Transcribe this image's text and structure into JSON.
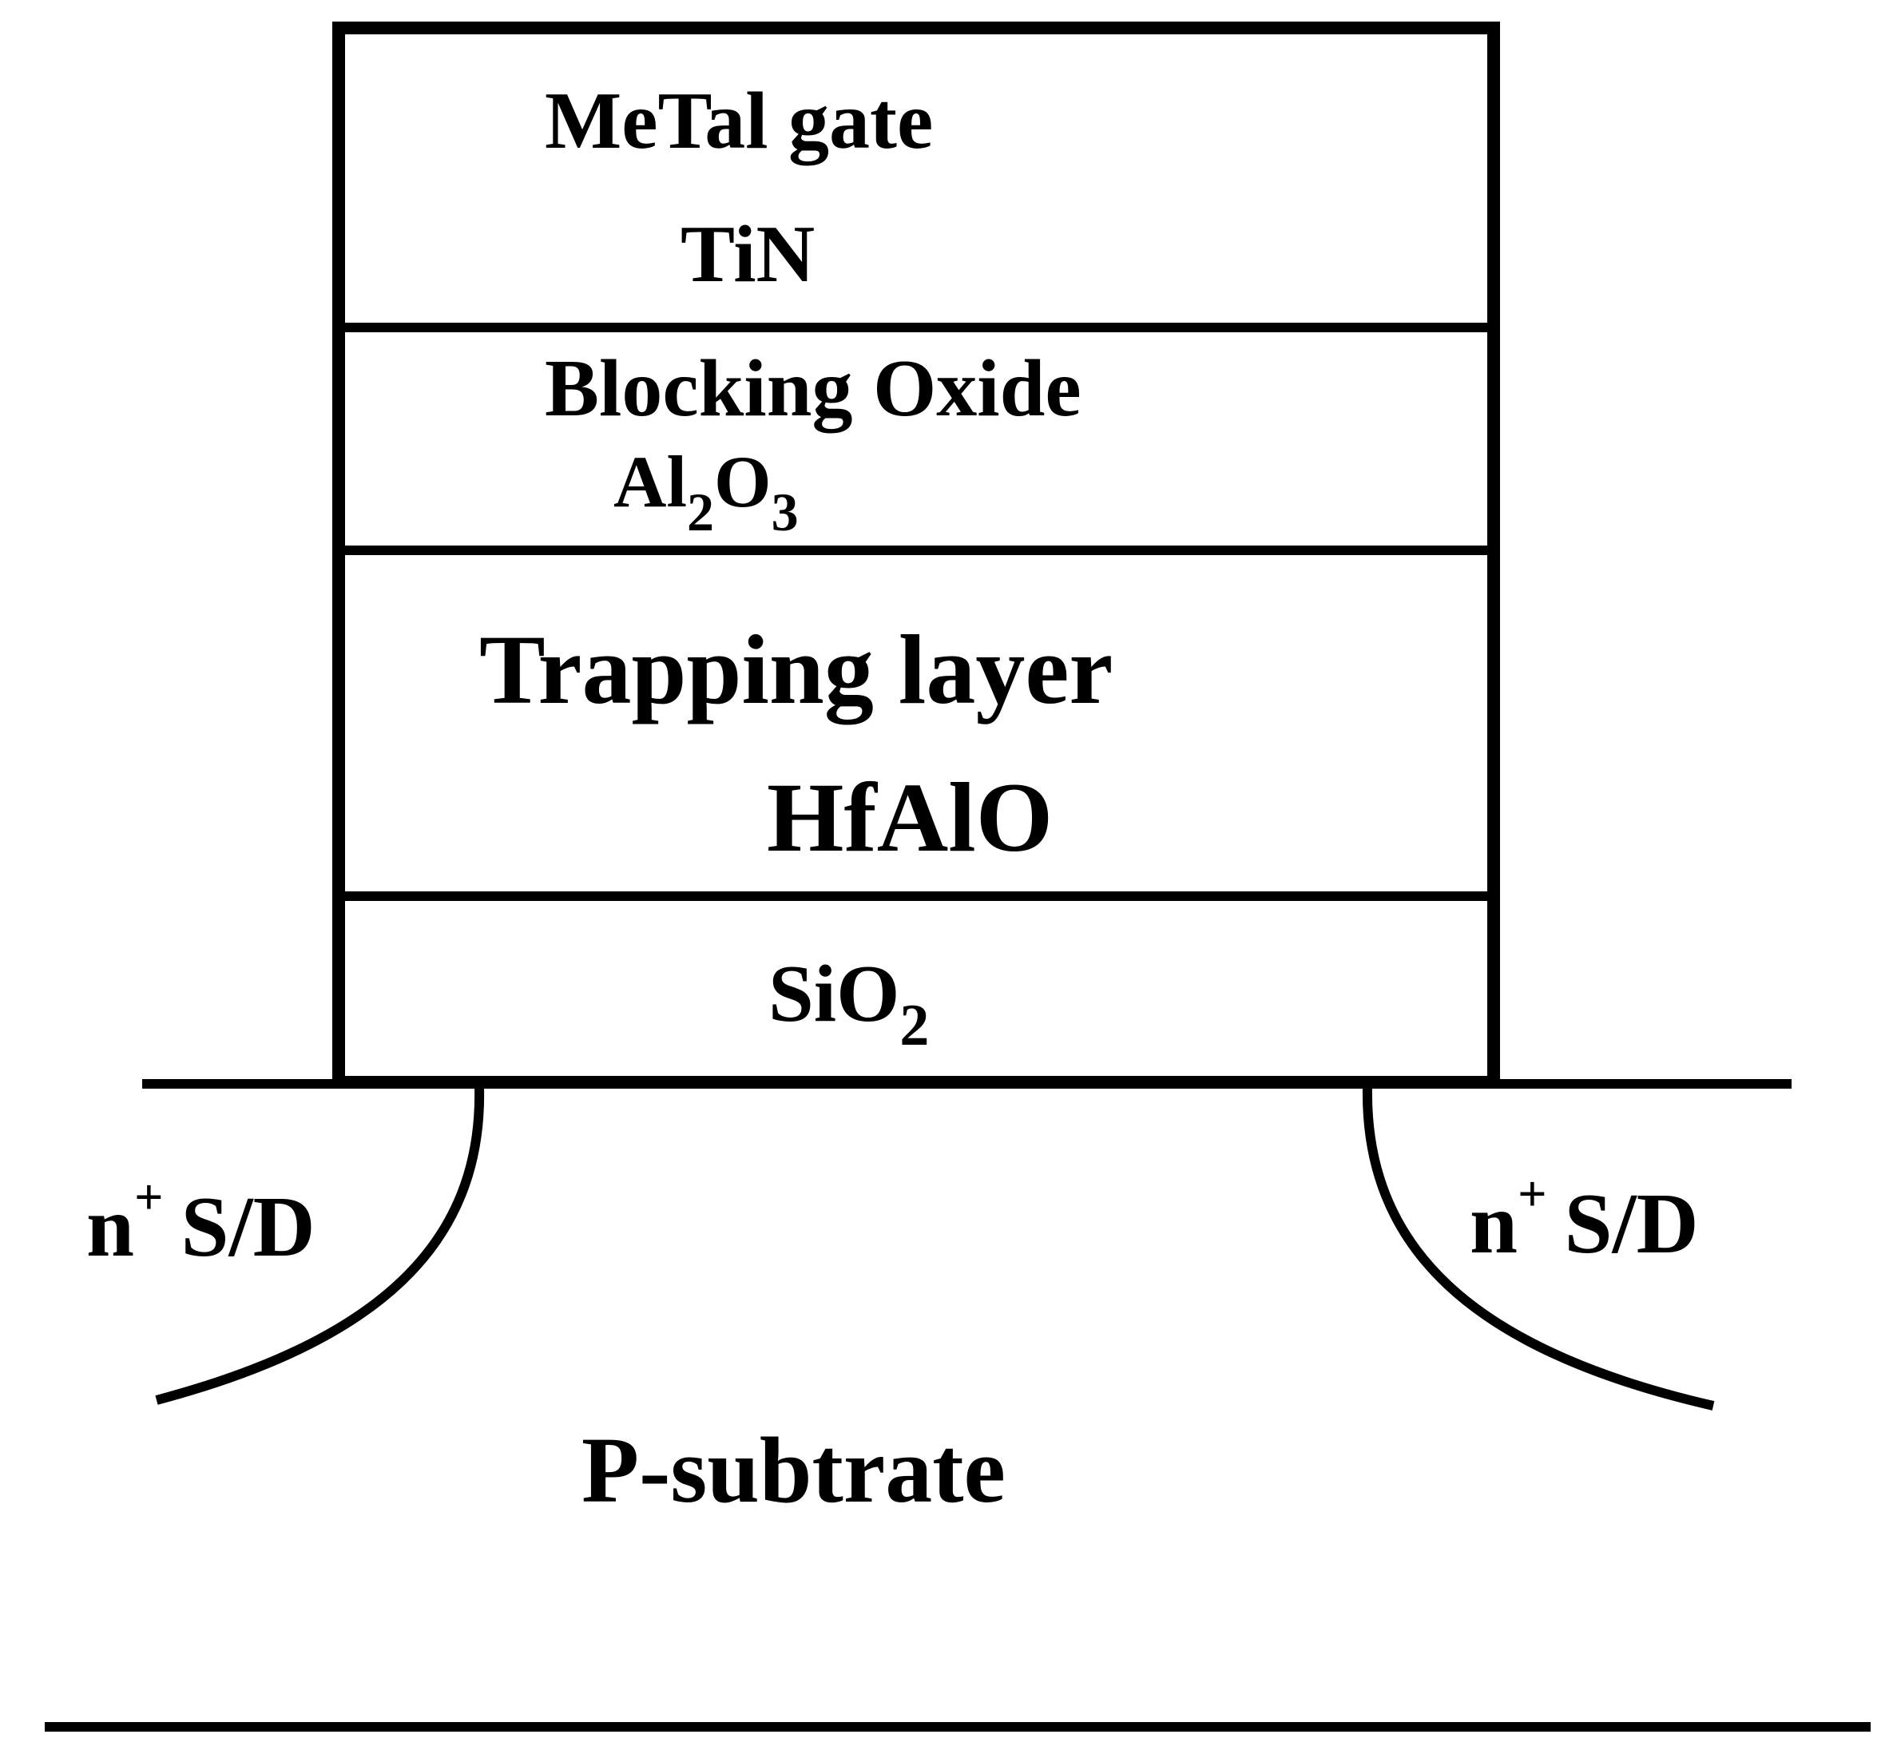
{
  "layers": {
    "gate": {
      "name": "MeTal gate",
      "material": "TiN"
    },
    "blocking_oxide": {
      "name": "Blocking Oxide",
      "material_base_1": "Al",
      "material_sub_1": "2",
      "material_base_2": "O",
      "material_sub_2": "3"
    },
    "trapping": {
      "name": "Trapping layer",
      "material": "HfAlO"
    },
    "tunnel_oxide": {
      "material_base": "SiO",
      "material_sub": "2"
    }
  },
  "regions": {
    "source_drain_left": {
      "base": "n",
      "sup": "+",
      "rest": "S/D"
    },
    "source_drain_right": {
      "base": "n",
      "sup": "+",
      "rest": "S/D"
    },
    "substrate": "P-subtrate"
  }
}
